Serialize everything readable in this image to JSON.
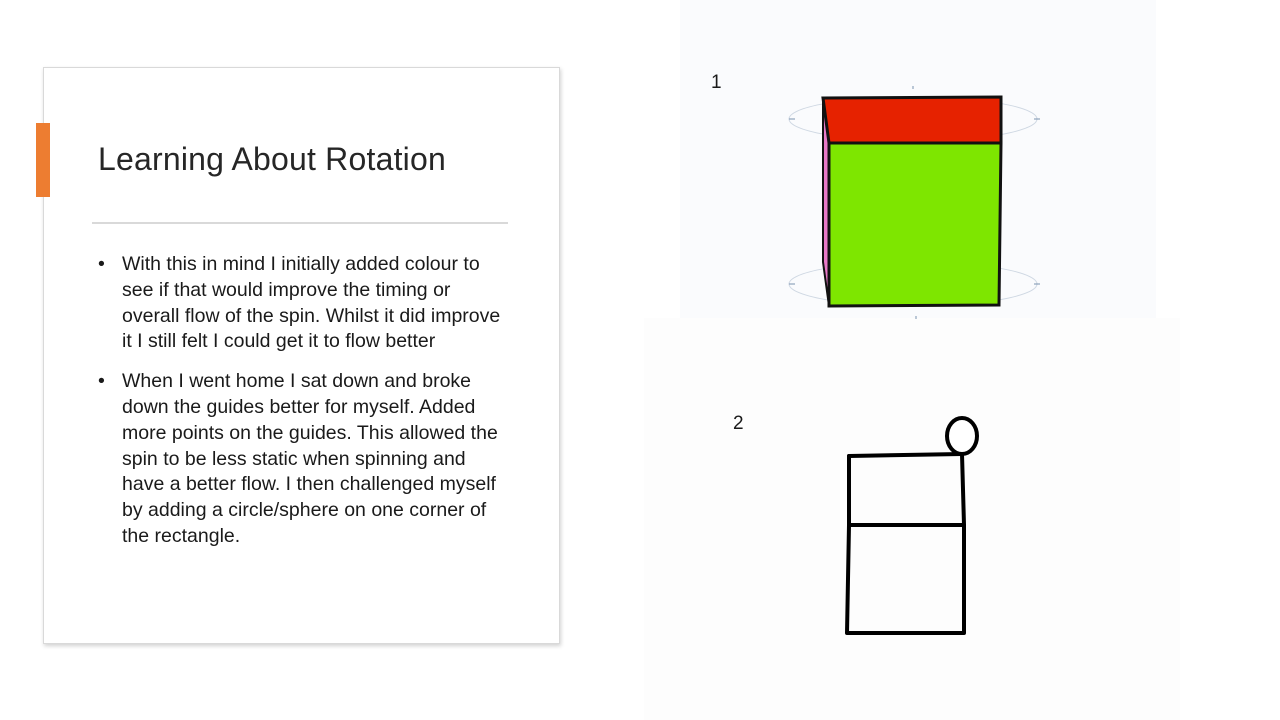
{
  "slide": {
    "title": "Learning About Rotation",
    "bullets": [
      "With this in mind I initially added colour to see if that would improve the timing or overall flow of the spin. Whilst it did improve it I still felt I could get it to flow better",
      "When I went home I sat down and broke down the guides better for myself. Added more points on the guides. This allowed the spin to be less static when spinning and have a better flow. I then challenged myself by adding a circle/sphere on one corner of the rectangle."
    ],
    "bullet_glyph": "•",
    "accent_color": "#ed7d31"
  },
  "figures": [
    {
      "label": "1",
      "icon": "colored-box-drawing",
      "colors": {
        "top": "#e62200",
        "front": "#7ee600",
        "side": "#e879c8"
      }
    },
    {
      "label": "2",
      "icon": "outlined-box-with-sphere-drawing"
    }
  ]
}
